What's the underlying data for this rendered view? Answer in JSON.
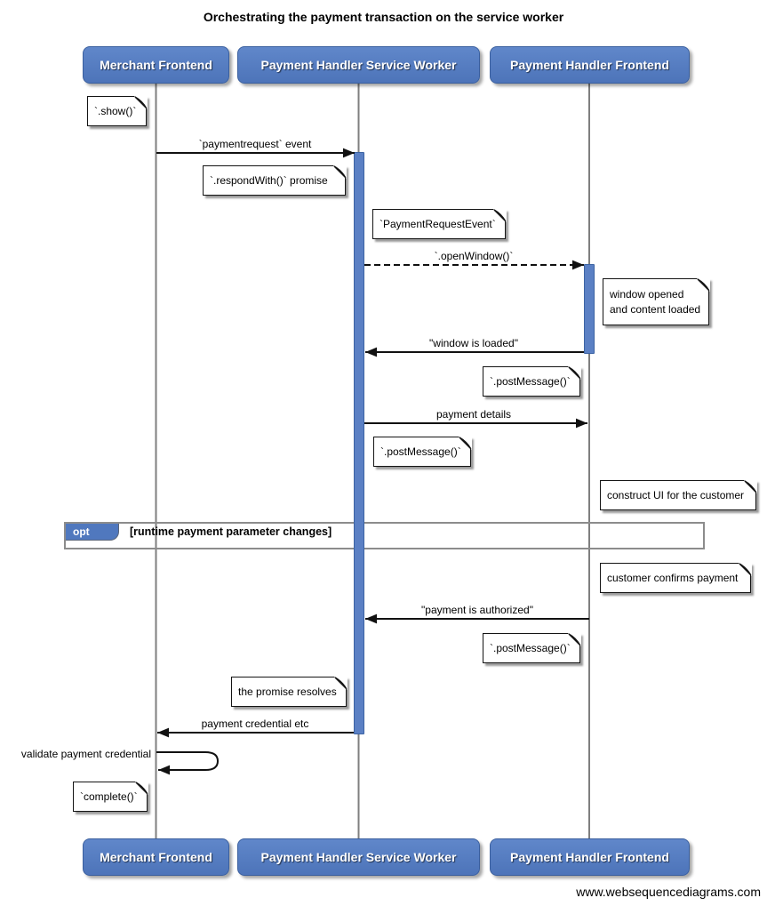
{
  "title": "Orchestrating the payment transaction on the service worker",
  "watermark": "www.websequencediagrams.com",
  "actors": [
    {
      "label": "Merchant Frontend"
    },
    {
      "label": "Payment Handler Service Worker"
    },
    {
      "label": "Payment Handler Frontend"
    }
  ],
  "messages": [
    {
      "label": "`paymentrequest` event",
      "from": "Merchant Frontend",
      "to": "Payment Handler Service Worker",
      "style": "solid"
    },
    {
      "label": "`.openWindow()`",
      "from": "Payment Handler Service Worker",
      "to": "Payment Handler Frontend",
      "style": "dashed"
    },
    {
      "label": "\"window is loaded\"",
      "from": "Payment Handler Frontend",
      "to": "Payment Handler Service Worker",
      "style": "solid"
    },
    {
      "label": "payment details",
      "from": "Payment Handler Service Worker",
      "to": "Payment Handler Frontend",
      "style": "solid"
    },
    {
      "label": "\"payment is authorized\"",
      "from": "Payment Handler Frontend",
      "to": "Payment Handler Service Worker",
      "style": "solid"
    },
    {
      "label": "payment credential etc",
      "from": "Payment Handler Service Worker",
      "to": "Merchant Frontend",
      "style": "solid"
    },
    {
      "label": "validate payment credential",
      "from": "Merchant Frontend",
      "to": "Merchant Frontend",
      "style": "self"
    }
  ],
  "notes": [
    {
      "text": "`.show()`"
    },
    {
      "text": "`.respondWith()` promise"
    },
    {
      "text": "`PaymentRequestEvent`"
    },
    {
      "text": "window opened\nand content loaded"
    },
    {
      "text": "`.postMessage()`"
    },
    {
      "text": "`.postMessage()`"
    },
    {
      "text": "construct UI for the customer"
    },
    {
      "text": "customer confirms payment"
    },
    {
      "text": "`.postMessage()`"
    },
    {
      "text": "the promise resolves"
    },
    {
      "text": "`complete()`"
    }
  ],
  "fragment": {
    "operator": "opt",
    "condition": "[runtime payment parameter changes]"
  },
  "colors": {
    "actor_fill": "#5078be",
    "activation_fill": "#5b80c4",
    "lifeline": "#7f7f7f",
    "frame_border": "#8c8c8c",
    "note_bg": "#ffffff",
    "line": "#111111"
  }
}
